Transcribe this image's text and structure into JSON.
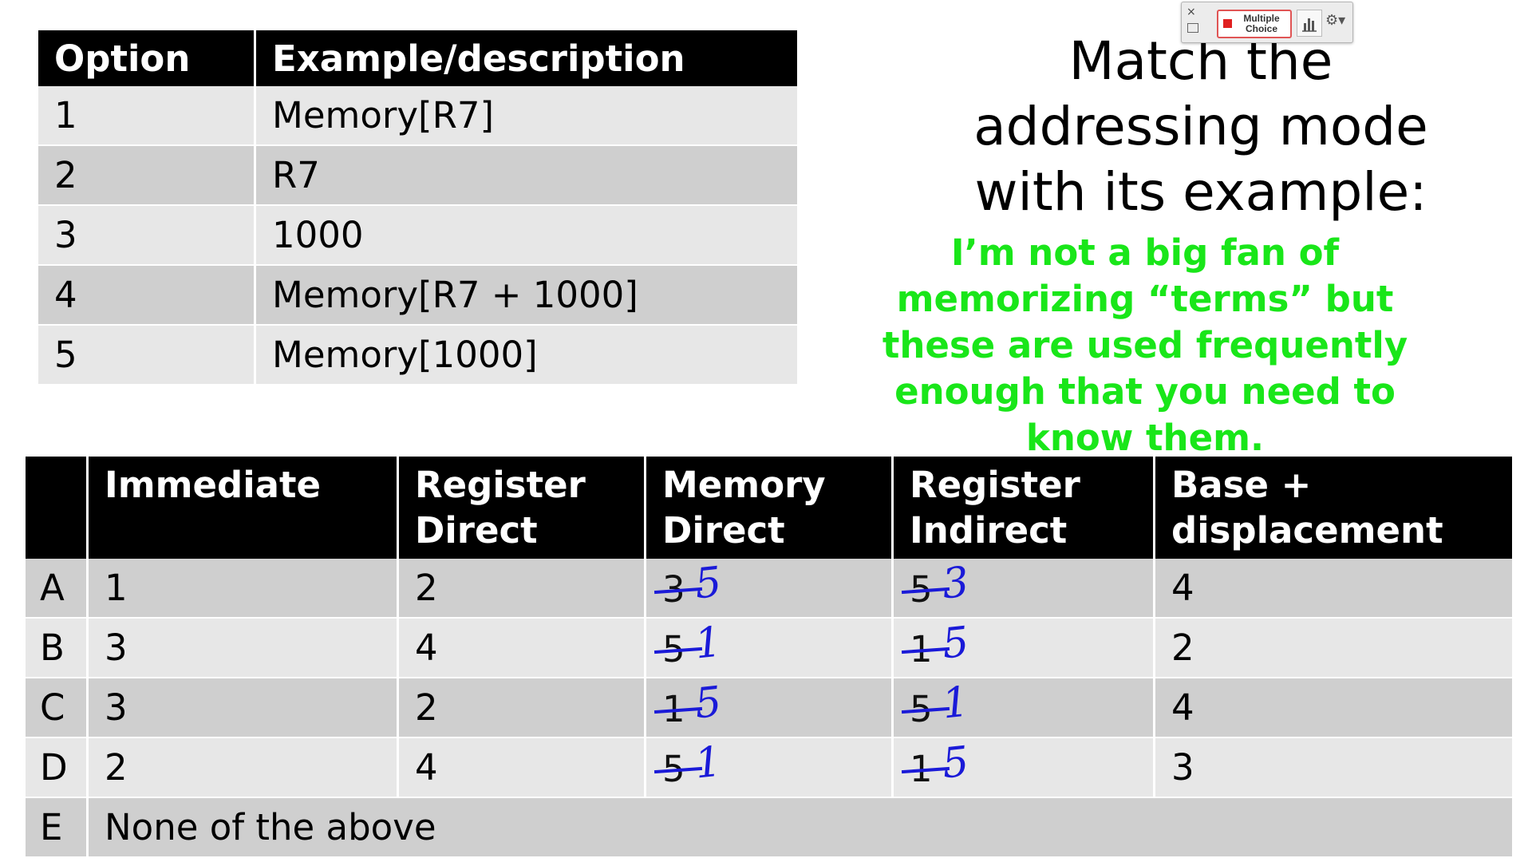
{
  "options_table": {
    "headers": [
      "Option",
      "Example/description"
    ],
    "rows": [
      [
        "1",
        "Memory[R7]"
      ],
      [
        "2",
        "R7"
      ],
      [
        "3",
        "1000"
      ],
      [
        "4",
        "Memory[R7 + 1000]"
      ],
      [
        "5",
        "Memory[1000]"
      ]
    ]
  },
  "prompt": {
    "title_lines": [
      "Match the",
      "addressing mode",
      "with its example:"
    ],
    "note_lines": [
      "I’m not a big fan of",
      "memorizing “terms” but",
      "these are used frequently",
      "enough that you need to",
      "know them."
    ],
    "note_color": "#19e619"
  },
  "poll_toolbar": {
    "close_icon": "×",
    "mode_label_1": "Multiple",
    "mode_label_2": "Choice",
    "gear_icon": "⚙▾"
  },
  "answers_table": {
    "headers": [
      [
        "",
        ""
      ],
      [
        "Immediate",
        ""
      ],
      [
        "Register",
        "Direct"
      ],
      [
        "Memory",
        "Direct"
      ],
      [
        "Register",
        "Indirect"
      ],
      [
        "Base +",
        "displacement"
      ]
    ],
    "rows": [
      {
        "letter": "A",
        "immediate": "1",
        "register_direct": "2",
        "memory_direct": "3",
        "memory_direct_hand": "5",
        "register_indirect": "5",
        "register_indirect_hand": "3",
        "base_disp": "4"
      },
      {
        "letter": "B",
        "immediate": "3",
        "register_direct": "4",
        "memory_direct": "5",
        "memory_direct_hand": "1",
        "register_indirect": "1",
        "register_indirect_hand": "5",
        "base_disp": "2"
      },
      {
        "letter": "C",
        "immediate": "3",
        "register_direct": "2",
        "memory_direct": "1",
        "memory_direct_hand": "5",
        "register_indirect": "5",
        "register_indirect_hand": "1",
        "base_disp": "4"
      },
      {
        "letter": "D",
        "immediate": "2",
        "register_direct": "4",
        "memory_direct": "5",
        "memory_direct_hand": "1",
        "register_indirect": "1",
        "register_indirect_hand": "5",
        "base_disp": "3"
      }
    ],
    "last_row": {
      "letter": "E",
      "text": "None of the above"
    },
    "annotation_color": "#1a1ad8"
  }
}
